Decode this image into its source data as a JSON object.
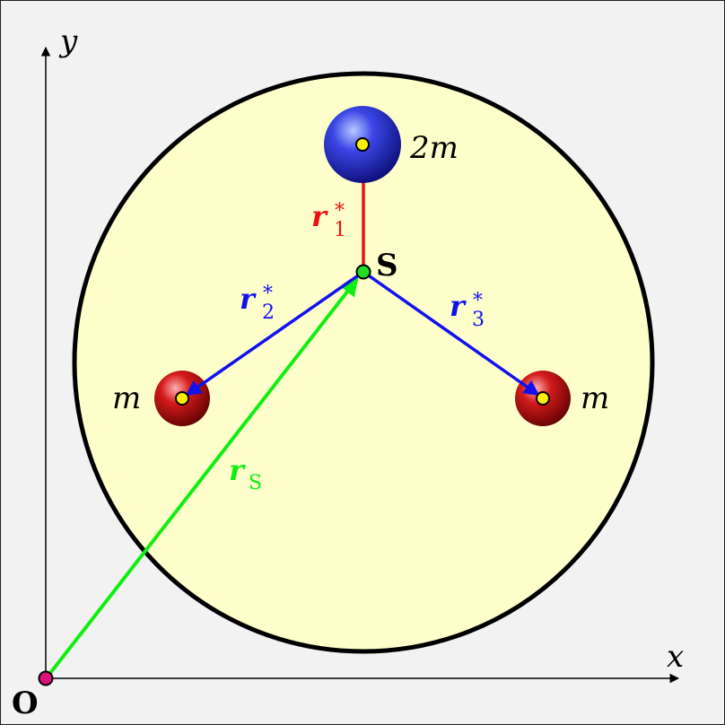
{
  "axes": {
    "x_label": "x",
    "y_label": "y",
    "origin_label": "O"
  },
  "center_of_mass": {
    "label": "S"
  },
  "masses": [
    {
      "label": "2m",
      "color": "#1b1bbf"
    },
    {
      "label": "m",
      "color": "#b01010"
    },
    {
      "label": "m",
      "color": "#b01010"
    }
  ],
  "vectors": {
    "r1": {
      "symbol": "r",
      "sub": "1",
      "sup": "*",
      "color": "#ee1111"
    },
    "r2": {
      "symbol": "r",
      "sub": "2",
      "sup": "*",
      "color": "#1111ee"
    },
    "r3": {
      "symbol": "r",
      "sub": "3",
      "sup": "*",
      "color": "#1111ee"
    },
    "rS": {
      "symbol": "r",
      "sub": "S",
      "color": "#11ee11"
    }
  },
  "colors": {
    "disk_fill": "#ffffcc",
    "disk_stroke": "#000000",
    "com_point": "#22dd22",
    "origin_point": "#dd1177",
    "mass_center": "#ffee00"
  }
}
